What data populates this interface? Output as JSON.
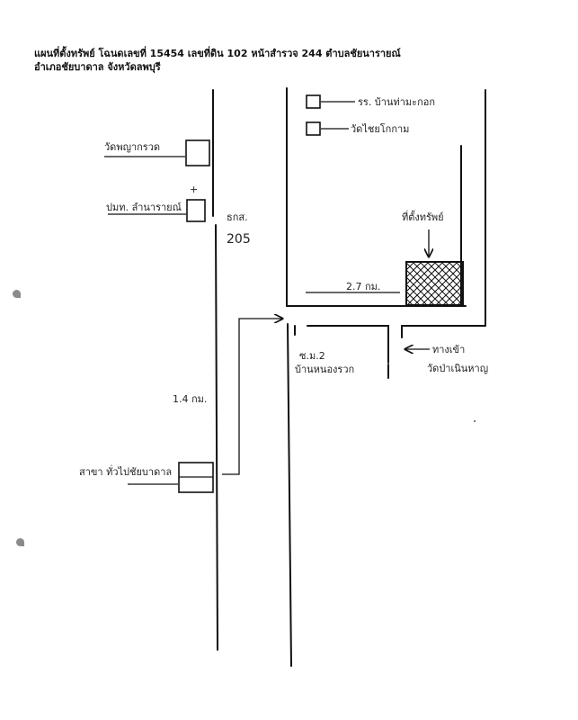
{
  "header": {
    "line1": "แผนที่ตั้งทรัพย์ โฉนดเลขที่ 15454  เลขที่ดิน 102  หน้าสำรวจ 244 ตำบลชัยนารายณ์",
    "line2": "อำเภอชัยบาดาล จังหวัดลพบุรี"
  },
  "labels": {
    "school": "รร. บ้านท่ามะกอก",
    "temple_top": "วัดไชยโกกาม",
    "temple_left": "วัดพญากรวด",
    "gas_station": "ปมท. ลำนารายณ์",
    "plus": "+",
    "bank": "ธกส.",
    "road_number": "205",
    "property": "ที่ตั้งทรัพย์",
    "distance_top": "2.7 กม.",
    "distance_left": "1.4 กม.",
    "soi": "ซ.ม.2",
    "village": "บ้านหนองรวก",
    "entrance": "ทางเข้า",
    "temple_bottom": "วัดป่าเนินหาญ",
    "branch": "สาขา ทั่วไปชัยบาดาล"
  },
  "colors": {
    "ink": "#111111",
    "hatch": "#111111",
    "margin_mark": "#8a8a8a"
  }
}
